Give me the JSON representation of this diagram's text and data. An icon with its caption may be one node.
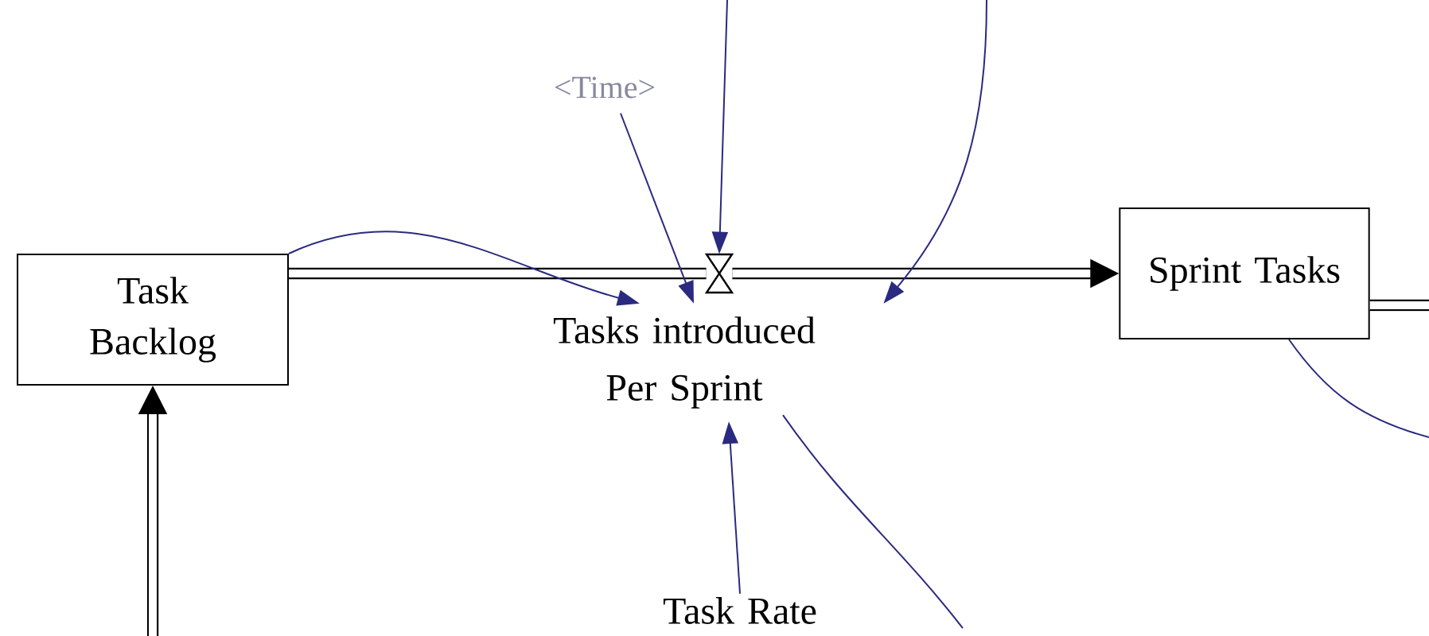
{
  "diagram": {
    "nodes": [
      {
        "text": [
          "Task Backlog"
        ]
      },
      {
        "text": [],
        "shape": "valve"
      },
      {
        "text": [
          "Tasks introduced Per Sprint"
        ]
      },
      {
        "text": [
          "Sprint Tasks"
        ]
      },
      {
        "text": [
          "<Time>"
        ]
      },
      {
        "text": [
          "Task Rate"
        ]
      }
    ],
    "edges": [
      {
        "from": 0,
        "to": 1,
        "arrow": "none",
        "style": "thick",
        "color": "#000000"
      },
      {
        "from": 1,
        "to": 3,
        "arrow": "to",
        "style": "thick",
        "color": "#000000"
      },
      {
        "from": null,
        "to": 0,
        "arrow": "to",
        "style": "thick",
        "color": "#000000"
      },
      {
        "from": 3,
        "to": null,
        "arrow": "none",
        "style": "thick",
        "color": "#000000"
      },
      {
        "from": 0,
        "to": 2,
        "arrow": "to"
      },
      {
        "from": 4,
        "to": 2,
        "arrow": "to"
      },
      {
        "from": null,
        "to": 1,
        "arrow": "to"
      },
      {
        "from": null,
        "to": 2,
        "arrow": "to"
      },
      {
        "from": 5,
        "to": 2,
        "arrow": "to"
      },
      {
        "from": 3,
        "to": null,
        "arrow": "none"
      },
      {
        "from": 2,
        "to": null,
        "arrow": "none"
      }
    ]
  }
}
